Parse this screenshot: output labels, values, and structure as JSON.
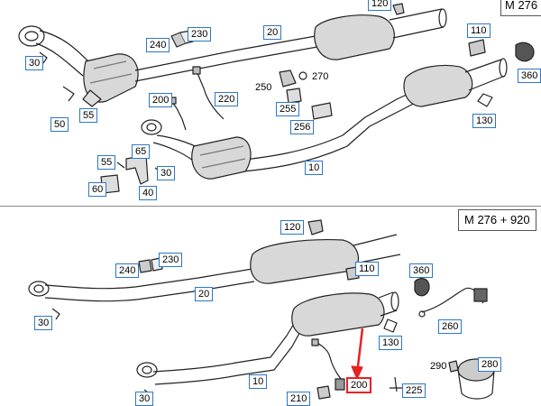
{
  "sections": {
    "top": {
      "engine_code": "M 276",
      "labels": {
        "p30": "30",
        "p50": "50",
        "p55a": "55",
        "p240": "240",
        "p230": "230",
        "p20": "20",
        "p120": "120",
        "p200": "200",
        "p220": "220",
        "p250": "250",
        "p270": "270",
        "p255": "255",
        "p256": "256",
        "p110": "110",
        "p360": "360",
        "p130": "130",
        "p65": "65",
        "p55b": "55",
        "p30b": "30",
        "p60": "60",
        "p40": "40",
        "p10": "10"
      }
    },
    "bottom": {
      "engine_code": "M 276 + 920",
      "labels": {
        "p120": "120",
        "p240": "240",
        "p230": "230",
        "p110": "110",
        "p360": "360",
        "p20": "20",
        "p30": "30",
        "p260": "260",
        "p130": "130",
        "p290": "290",
        "p280": "280",
        "p10": "10",
        "p30b": "30",
        "p210": "210",
        "p200": "200",
        "p225": "225"
      }
    }
  },
  "highlight": {
    "part": "200",
    "color": "#e52222"
  }
}
